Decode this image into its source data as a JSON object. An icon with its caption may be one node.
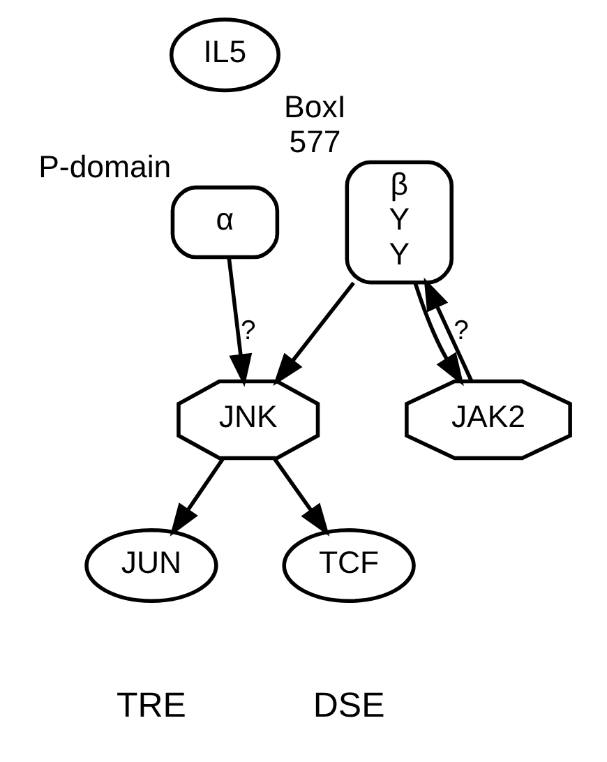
{
  "diagram": {
    "nodes": [
      {
        "text": [
          "IL5"
        ]
      },
      {
        "text": [
          "α"
        ],
        "beside": [
          "P-domain"
        ]
      },
      {
        "text": [
          "β",
          "Y",
          "Y"
        ],
        "beside": [
          "BoxI",
          "577"
        ]
      },
      {
        "text": [
          "JAK2"
        ]
      },
      {
        "text": [
          "JNK"
        ]
      },
      {
        "text": [
          "JUN"
        ]
      },
      {
        "text": [
          "TCF"
        ]
      }
    ],
    "edges": [
      {
        "from": 1,
        "to": 4,
        "arrow": "to",
        "label": "?"
      },
      {
        "from": 2,
        "to": 4,
        "arrow": "to"
      },
      {
        "from": 2,
        "to": 3,
        "arrow": "to"
      },
      {
        "from": 3,
        "to": 2,
        "arrow": "to",
        "label": "?"
      },
      {
        "from": 4,
        "to": 5,
        "arrow": "to"
      },
      {
        "from": 4,
        "to": 6,
        "arrow": "to"
      }
    ],
    "labels": [
      "TRE",
      "DSE"
    ]
  }
}
